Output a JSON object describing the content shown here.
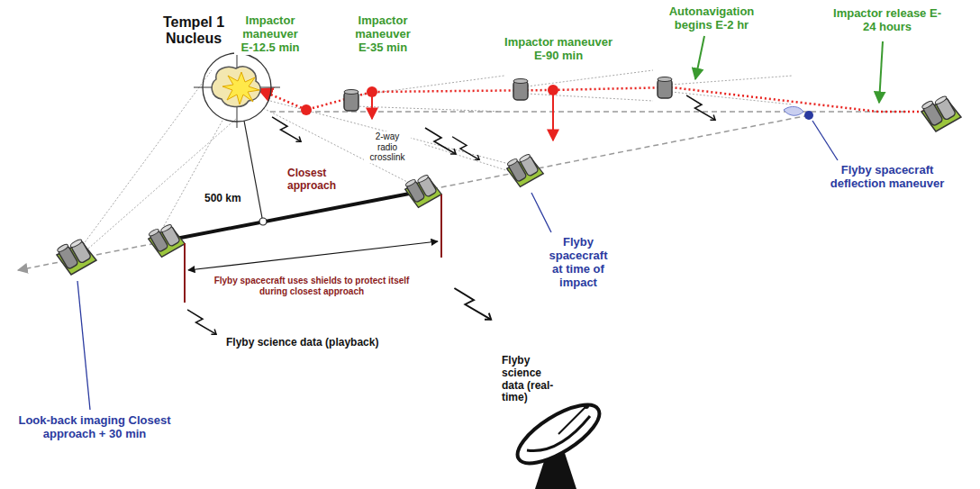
{
  "diagram": {
    "labels": [
      "Tempel 1 Nucleus",
      "Impactor maneuver E-12.5 min",
      "Impactor maneuver E-35 min",
      "Impactor maneuver E-90 min",
      "Autonavigation begins E-2 hr",
      "Impactor release E-24 hours",
      "Flyby spacecraft deflection maneuver",
      "Flyby spacecraft at time of impact",
      "Look-back imaging Closest approach + 30 min",
      "2-way radio crosslink",
      "500 km",
      "Closest approach",
      "Flyby spacecraft uses shields to protect itself during closest approach",
      "Flyby science data (real-time)",
      "Flyby science data (playback)"
    ]
  }
}
